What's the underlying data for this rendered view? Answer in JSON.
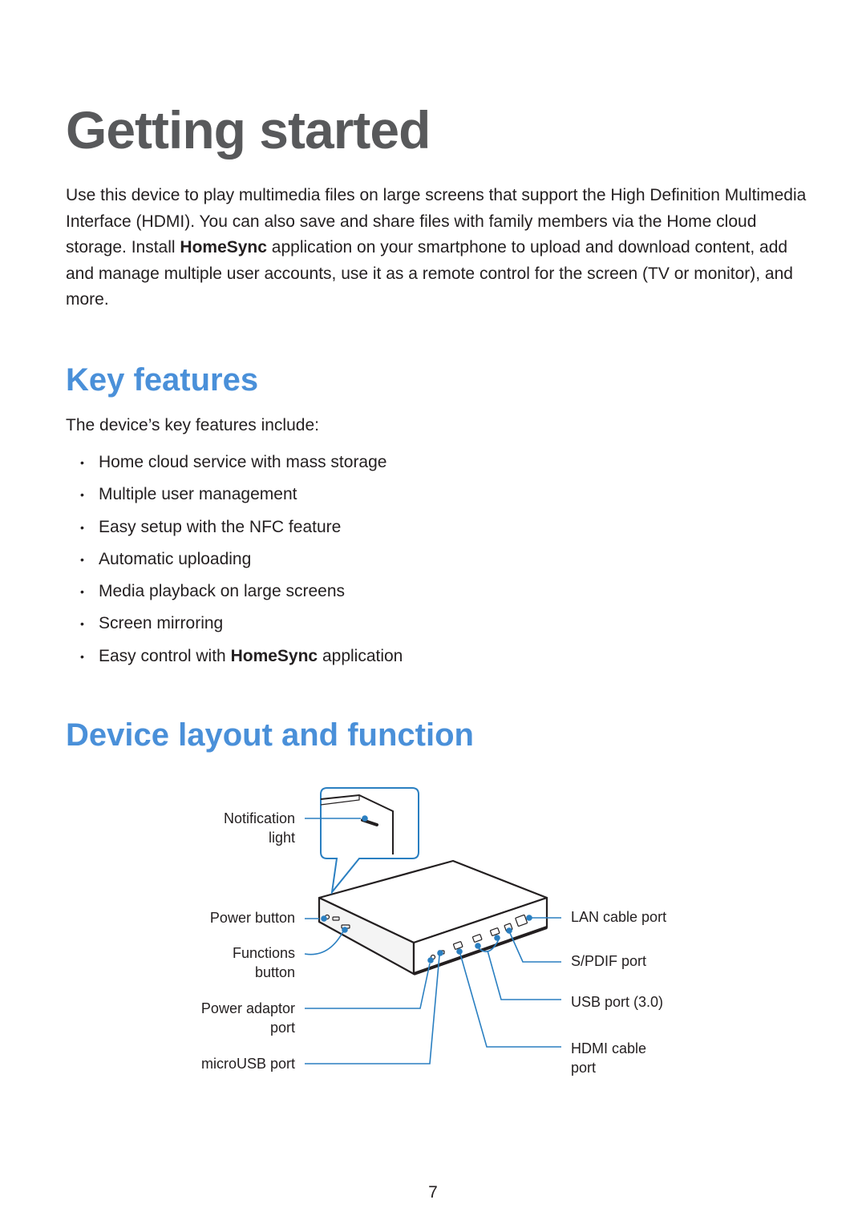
{
  "page": {
    "title": "Getting started",
    "intro": {
      "part1": "Use this device to play multimedia files on large screens that support the High Definition Multimedia Interface (HDMI). You can also save and share files with family members via the Home cloud storage. Install ",
      "app_name": "HomeSync",
      "part2": " application on your smartphone to upload and download content, add and manage multiple user accounts, use it as a remote control for the screen (TV or monitor), and more."
    },
    "page_number": "7"
  },
  "key_features": {
    "heading": "Key features",
    "intro": "The device’s key features include:",
    "bullet": "•",
    "items": [
      "Home cloud service with mass storage",
      "Multiple user management",
      "Easy setup with the NFC feature",
      "Automatic uploading",
      "Media playback on large screens",
      "Screen mirroring"
    ],
    "last_item": {
      "prefix": "Easy control with ",
      "app_name": "HomeSync",
      "suffix": " application"
    }
  },
  "device_layout": {
    "heading": "Device layout and function",
    "labels": {
      "notification_light": "Notification\nlight",
      "power_button": "Power button",
      "functions_button": "Functions\nbutton",
      "power_adaptor_port": "Power adaptor\nport",
      "microusb_port": "microUSB port",
      "lan_cable_port": "LAN cable port",
      "spdif_port": "S/PDIF port",
      "usb_port": "USB port (3.0)",
      "hdmi_cable_port": "HDMI cable\nport"
    },
    "colors": {
      "callout": "#2a7fc1",
      "device_outline": "#231f20"
    }
  }
}
